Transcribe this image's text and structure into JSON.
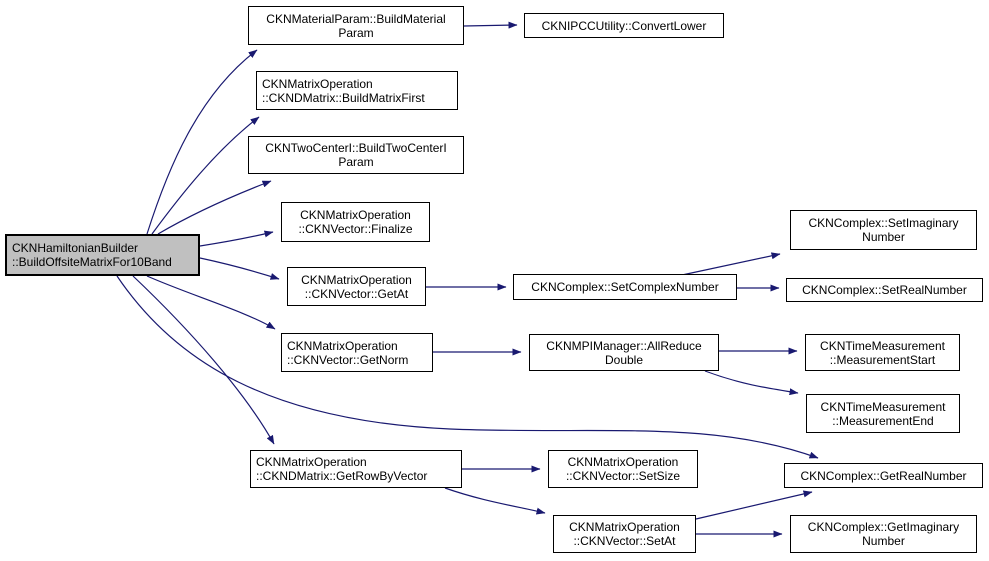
{
  "colors": {
    "background": "#ffffff",
    "edge": "#191970",
    "node_fill": "#ffffff",
    "node_border": "#000000",
    "main_node_fill": "#c0c0c0",
    "text": "#000000"
  },
  "nodes": [
    {
      "id": "main",
      "label": "CKNHamiltonianBuilder\n::BuildOffsiteMatrixFor10Band",
      "main": true
    },
    {
      "id": "build-material-param",
      "label": "CKNMaterialParam::BuildMaterial\nParam"
    },
    {
      "id": "convert-lower",
      "label": "CKNIPCCUtility::ConvertLower"
    },
    {
      "id": "build-matrix-first",
      "label": "CKNMatrixOperation\n::CKNDMatrix::BuildMatrixFirst"
    },
    {
      "id": "build-two-center-param",
      "label": "CKNTwoCenterI::BuildTwoCenterI\nParam"
    },
    {
      "id": "finalize",
      "label": "CKNMatrixOperation\n::CKNVector::Finalize"
    },
    {
      "id": "get-at",
      "label": "CKNMatrixOperation\n::CKNVector::GetAt"
    },
    {
      "id": "set-complex-number",
      "label": "CKNComplex::SetComplexNumber"
    },
    {
      "id": "set-imaginary-number",
      "label": "CKNComplex::SetImaginary\nNumber"
    },
    {
      "id": "set-real-number",
      "label": "CKNComplex::SetRealNumber"
    },
    {
      "id": "get-norm",
      "label": "CKNMatrixOperation\n::CKNVector::GetNorm"
    },
    {
      "id": "all-reduce-double",
      "label": "CKNMPIManager::AllReduce\nDouble"
    },
    {
      "id": "measurement-start",
      "label": "CKNTimeMeasurement\n::MeasurementStart"
    },
    {
      "id": "measurement-end",
      "label": "CKNTimeMeasurement\n::MeasurementEnd"
    },
    {
      "id": "get-row-by-vector",
      "label": "CKNMatrixOperation\n::CKNDMatrix::GetRowByVector"
    },
    {
      "id": "set-size",
      "label": "CKNMatrixOperation\n::CKNVector::SetSize"
    },
    {
      "id": "get-real-number",
      "label": "CKNComplex::GetRealNumber"
    },
    {
      "id": "set-at",
      "label": "CKNMatrixOperation\n::CKNVector::SetAt"
    },
    {
      "id": "get-imaginary-number",
      "label": "CKNComplex::GetImaginary\nNumber"
    }
  ],
  "edges": [
    {
      "from": "main",
      "to": "build-material-param"
    },
    {
      "from": "main",
      "to": "build-matrix-first"
    },
    {
      "from": "main",
      "to": "build-two-center-param"
    },
    {
      "from": "main",
      "to": "finalize"
    },
    {
      "from": "main",
      "to": "get-at"
    },
    {
      "from": "main",
      "to": "get-norm"
    },
    {
      "from": "main",
      "to": "get-row-by-vector"
    },
    {
      "from": "main",
      "to": "get-real-number"
    },
    {
      "from": "build-material-param",
      "to": "convert-lower"
    },
    {
      "from": "get-at",
      "to": "set-complex-number"
    },
    {
      "from": "set-complex-number",
      "to": "set-imaginary-number"
    },
    {
      "from": "set-complex-number",
      "to": "set-real-number"
    },
    {
      "from": "get-norm",
      "to": "all-reduce-double"
    },
    {
      "from": "all-reduce-double",
      "to": "measurement-start"
    },
    {
      "from": "all-reduce-double",
      "to": "measurement-end"
    },
    {
      "from": "get-row-by-vector",
      "to": "set-size"
    },
    {
      "from": "get-row-by-vector",
      "to": "set-at"
    },
    {
      "from": "set-at",
      "to": "get-real-number"
    },
    {
      "from": "set-at",
      "to": "get-imaginary-number"
    }
  ]
}
